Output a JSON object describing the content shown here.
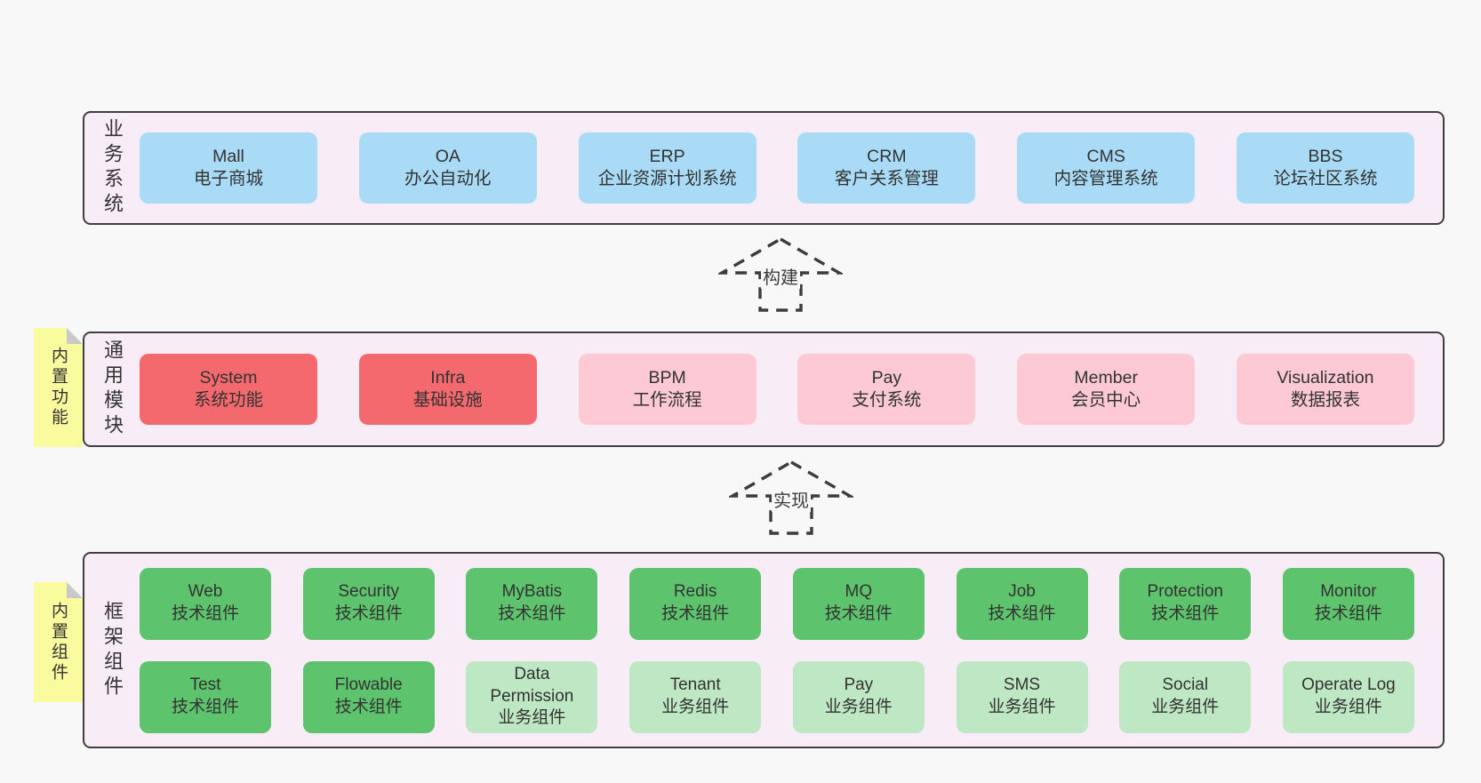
{
  "palette": {
    "canvas_bg": "#f8f8f8",
    "band_bg": "#f8edf6",
    "band_border": "#3f3f3f",
    "text_dark": "#333333",
    "blue": "#a9dbf6",
    "red": "#f4696e",
    "pink": "#fcc9d4",
    "green": "#5ec36d",
    "light_green": "#bee7c3",
    "yellow_note": "#fafa9e",
    "note_fold": "#c9c9c9",
    "arrow_stroke": "#3c3c3c"
  },
  "arrows": [
    {
      "label": "构建"
    },
    {
      "label": "实现"
    }
  ],
  "bands": [
    {
      "label": "业务系统",
      "note": null,
      "rows": [
        [
          {
            "name": "Mall",
            "sub": "电子商城",
            "variant": "blue"
          },
          {
            "name": "OA",
            "sub": "办公自动化",
            "variant": "blue"
          },
          {
            "name": "ERP",
            "sub": "企业资源计划系统",
            "variant": "blue"
          },
          {
            "name": "CRM",
            "sub": "客户关系管理",
            "variant": "blue"
          },
          {
            "name": "CMS",
            "sub": "内容管理系统",
            "variant": "blue"
          },
          {
            "name": "BBS",
            "sub": "论坛社区系统",
            "variant": "blue"
          }
        ]
      ]
    },
    {
      "label": "通用模块",
      "note": "内置功能",
      "rows": [
        [
          {
            "name": "System",
            "sub": "系统功能",
            "variant": "red"
          },
          {
            "name": "Infra",
            "sub": "基础设施",
            "variant": "red"
          },
          {
            "name": "BPM",
            "sub": "工作流程",
            "variant": "pink"
          },
          {
            "name": "Pay",
            "sub": "支付系统",
            "variant": "pink"
          },
          {
            "name": "Member",
            "sub": "会员中心",
            "variant": "pink"
          },
          {
            "name": "Visualization",
            "sub": "数据报表",
            "variant": "pink"
          }
        ]
      ]
    },
    {
      "label": "框架组件",
      "note": "内置组件",
      "rows": [
        [
          {
            "name": "Web",
            "sub": "技术组件",
            "variant": "green"
          },
          {
            "name": "Security",
            "sub": "技术组件",
            "variant": "green"
          },
          {
            "name": "MyBatis",
            "sub": "技术组件",
            "variant": "green"
          },
          {
            "name": "Redis",
            "sub": "技术组件",
            "variant": "green"
          },
          {
            "name": "MQ",
            "sub": "技术组件",
            "variant": "green"
          },
          {
            "name": "Job",
            "sub": "技术组件",
            "variant": "green"
          },
          {
            "name": "Protection",
            "sub": "技术组件",
            "variant": "green"
          },
          {
            "name": "Monitor",
            "sub": "技术组件",
            "variant": "green"
          }
        ],
        [
          {
            "name": "Test",
            "sub": "技术组件",
            "variant": "green"
          },
          {
            "name": "Flowable",
            "sub": "技术组件",
            "variant": "green"
          },
          {
            "name": "Data Permission",
            "sub": "业务组件",
            "variant": "light-green"
          },
          {
            "name": "Tenant",
            "sub": "业务组件",
            "variant": "light-green"
          },
          {
            "name": "Pay",
            "sub": "业务组件",
            "variant": "light-green"
          },
          {
            "name": "SMS",
            "sub": "业务组件",
            "variant": "light-green"
          },
          {
            "name": "Social",
            "sub": "业务组件",
            "variant": "light-green"
          },
          {
            "name": "Operate Log",
            "sub": "业务组件",
            "variant": "light-green"
          }
        ]
      ]
    }
  ]
}
